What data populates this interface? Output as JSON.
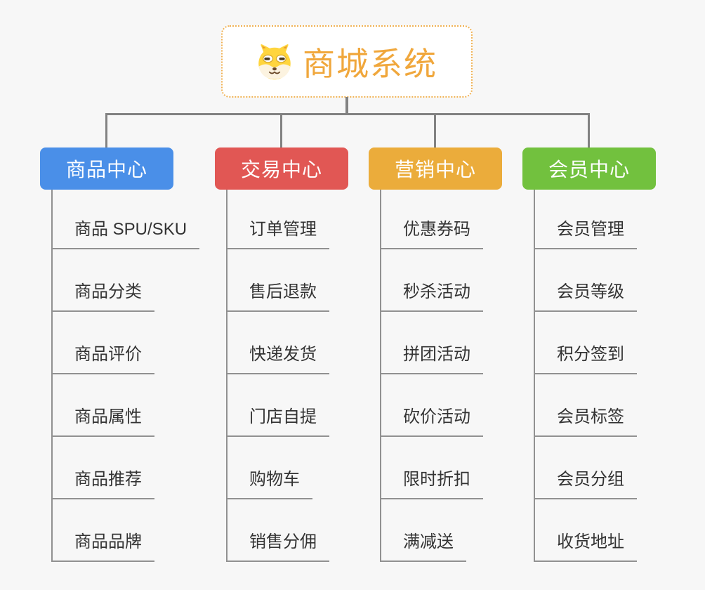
{
  "root": {
    "title": "商城系统",
    "icon": "dog-face"
  },
  "branches": [
    {
      "label": "商品中心",
      "color": "#4A8FE8",
      "children": [
        "商品 SPU/SKU",
        "商品分类",
        "商品评价",
        "商品属性",
        "商品推荐",
        "商品品牌"
      ]
    },
    {
      "label": "交易中心",
      "color": "#E15754",
      "children": [
        "订单管理",
        "售后退款",
        "快递发货",
        "门店自提",
        "购物车",
        "销售分佣"
      ]
    },
    {
      "label": "营销中心",
      "color": "#EBAC3B",
      "children": [
        "优惠券码",
        "秒杀活动",
        "拼团活动",
        "砍价活动",
        "限时折扣",
        "满减送"
      ]
    },
    {
      "label": "会员中心",
      "color": "#72C13E",
      "children": [
        "会员管理",
        "会员等级",
        "积分签到",
        "会员标签",
        "会员分组",
        "收货地址"
      ]
    }
  ],
  "colors": {
    "background": "#F7F7F7",
    "root_text": "#F0A73C",
    "root_border": "#F0B254",
    "connector": "#828282",
    "underline": "#919191",
    "leaf_text": "#333333",
    "branch_text": "#FFFFFF"
  }
}
